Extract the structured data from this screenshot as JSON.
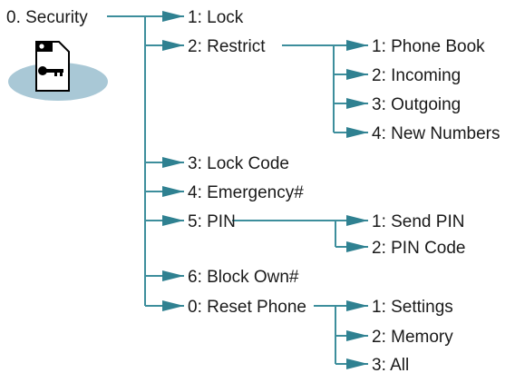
{
  "colors": {
    "line": "#3d8e9c",
    "arrow": "#2f8191",
    "text": "#1a1a1a",
    "icon_ellipse": "#a9c8d6"
  },
  "icons": {
    "security": "key-folder-icon"
  },
  "menu": {
    "root": "0. Security",
    "l1": [
      "1: Lock",
      "2: Restrict",
      "3: Lock Code",
      "4: Emergency#",
      "5: PIN",
      "6: Block Own#",
      "0: Reset Phone"
    ],
    "restrict": [
      "1: Phone Book",
      "2: Incoming",
      "3: Outgoing",
      "4: New Numbers"
    ],
    "pin": [
      "1: Send PIN",
      "2: PIN Code"
    ],
    "reset": [
      "1: Settings",
      "2: Memory",
      "3: All"
    ]
  }
}
